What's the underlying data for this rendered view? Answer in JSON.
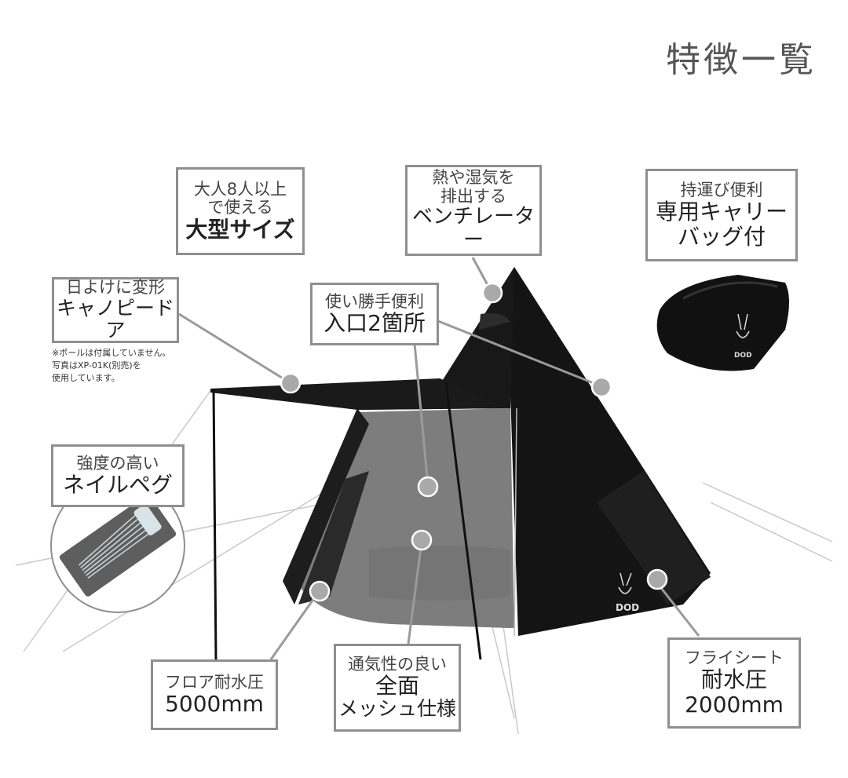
{
  "header": {
    "title": "特徴一覧"
  },
  "callouts": {
    "size": {
      "line1": "大人8人以上",
      "line2": "で使える",
      "line3": "大型サイズ"
    },
    "ventilator": {
      "line1": "熱や湿気を",
      "line2": "排出する",
      "line3": "ベンチレーター"
    },
    "bag": {
      "line1": "持運び便利",
      "line2": "専用キャリー",
      "line3": "バッグ付"
    },
    "canopy": {
      "line1": "日よけに変形",
      "line2": "キャノピードア",
      "note1": "※ポールは付属していません。",
      "note2": "写真はXP-01K(別売)を",
      "note3": "使用しています。"
    },
    "entrance": {
      "line1": "使い勝手便利",
      "line2": "入口2箇所"
    },
    "peg": {
      "line1": "強度の高い",
      "line2": "ネイルペグ"
    },
    "floor": {
      "line1": "フロア耐水圧",
      "line2": "5000mm"
    },
    "mesh": {
      "line1": "通気性の良い",
      "line2": "全面",
      "line3": "メッシュ仕様"
    },
    "fly": {
      "line1": "フライシート",
      "line2": "耐水圧",
      "line3": "2000mm"
    }
  },
  "brand": {
    "logo_text": "DOD"
  },
  "colors": {
    "tent": "#141414",
    "mesh": "#7a7a7a",
    "callout_border": "#8f8f8f",
    "dot": "#a9a9a9"
  }
}
